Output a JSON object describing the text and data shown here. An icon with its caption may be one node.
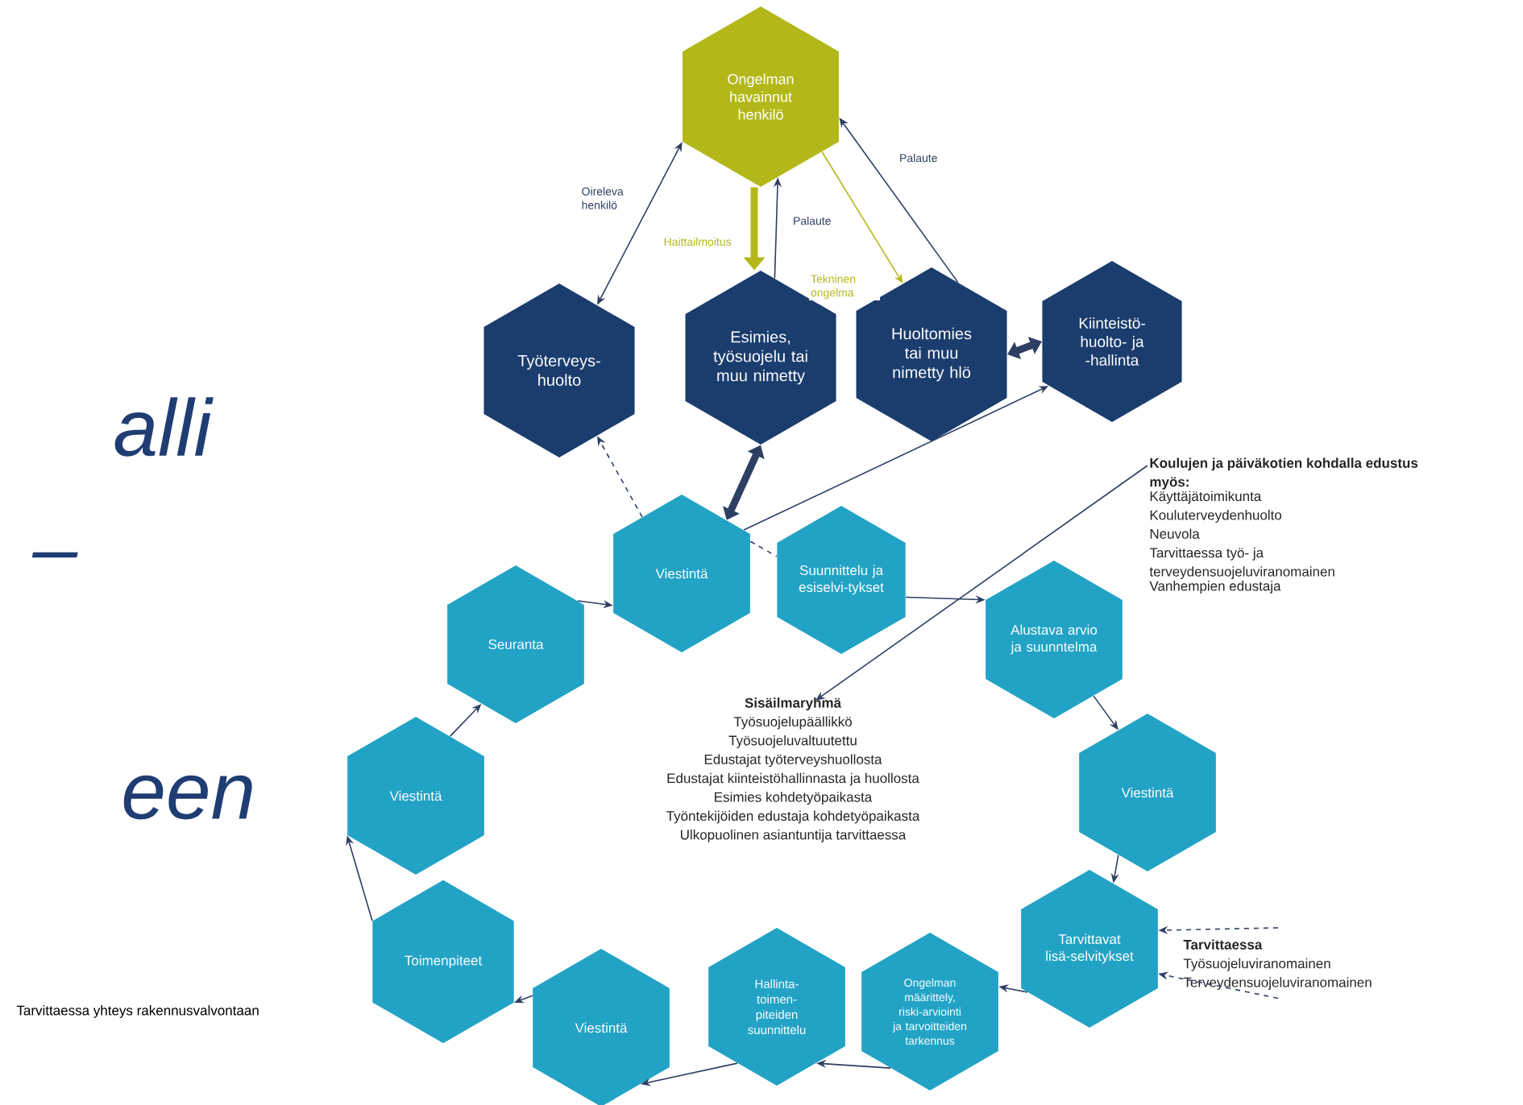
{
  "diagram": {
    "nodes": [
      {
        "text": [
          "Ongelman havainnut henkilö"
        ]
      },
      {
        "text": [
          "Työterveys-huolto"
        ]
      },
      {
        "text": [
          "Esimies, työsuojelu tai muu nimetty"
        ]
      },
      {
        "text": [
          "Huoltomies tai muu nimetty hlö"
        ]
      },
      {
        "text": [
          "Kiinteistö-huolto- ja -hallinta"
        ]
      },
      {
        "text": [
          "Viestintä"
        ]
      },
      {
        "text": [
          "Suunnittelu ja esiselvi-tykset"
        ]
      },
      {
        "text": [
          "Alustava arvio ja suunntelma"
        ]
      },
      {
        "text": [
          "Viestintä"
        ]
      },
      {
        "text": [
          "Tarvittavat lisä-selvitykset"
        ]
      },
      {
        "text": [
          "Ongelman määrittely, riski-arviointi ja tarvoitteiden tarkennus"
        ]
      },
      {
        "text": [
          "Hallinta-toimen-piteiden suunnittelu"
        ]
      },
      {
        "text": [
          "Viestintä"
        ]
      },
      {
        "text": [
          "Toimenpiteet"
        ]
      },
      {
        "text": [
          "Viestintä"
        ]
      },
      {
        "text": [
          "Seuranta"
        ]
      },
      {
        "text": [
          "Sisäilmaryhmä",
          "Työsuojelupäällikkö",
          "Työsuojeluvaltuutettu",
          "Edustajat työterveyshuollosta",
          "Edustajat kiinteistöhallinnasta ja huollosta",
          "Esimies kohdetyöpaikasta",
          "Työntekijöiden edustaja kohdetyöpaikasta",
          "Ulkopuolinen asiantuntija tarvittaessa"
        ]
      },
      {
        "text": [
          "Koulujen ja päiväkotien kohdalla edustus myös:",
          "Käyttäjätoimikunta",
          "Kouluterveydenhuolto",
          "Neuvola",
          "Tarvittaessa työ- ja terveydensuojeluviranomainen",
          "Vanhempien edustaja"
        ]
      },
      {
        "text": [
          "Tarvittaessa",
          "Työsuojeluviranomainen",
          "Terveydensuojeluviranomainen"
        ]
      }
    ],
    "edges": [
      {
        "from": 0,
        "to": 1,
        "arrow": "both",
        "label": "Oireleva henkilö"
      },
      {
        "from": 0,
        "to": 2,
        "arrow": "to",
        "label": "Haittailmoitus",
        "style": "thick",
        "color": "#b3b81a"
      },
      {
        "from": 2,
        "to": 0,
        "arrow": "to",
        "label": "Palaute"
      },
      {
        "from": 0,
        "to": 3,
        "arrow": "to",
        "label": "Tekninen ongelma",
        "color": "#b3b81a"
      },
      {
        "from": 3,
        "to": 0,
        "arrow": "to",
        "label": "Palaute"
      },
      {
        "from": 3,
        "to": 4,
        "arrow": "both",
        "style": "thick"
      },
      {
        "from": 5,
        "to": 1,
        "arrow": "to",
        "style": "dashed"
      },
      {
        "from": 5,
        "to": 2,
        "arrow": "both",
        "style": "thick"
      },
      {
        "from": 5,
        "to": 6,
        "arrow": "none",
        "style": "dashed"
      },
      {
        "from": 5,
        "to": 4,
        "arrow": "to"
      },
      {
        "from": 6,
        "to": 7,
        "arrow": "to"
      },
      {
        "from": 7,
        "to": 8,
        "arrow": "to"
      },
      {
        "from": 8,
        "to": 9,
        "arrow": "to"
      },
      {
        "from": 9,
        "to": 10,
        "arrow": "to"
      },
      {
        "from": 10,
        "to": 11,
        "arrow": "to"
      },
      {
        "from": 11,
        "to": 12,
        "arrow": "to"
      },
      {
        "from": 12,
        "to": 13,
        "arrow": "to"
      },
      {
        "from": 13,
        "to": 14,
        "arrow": "to"
      },
      {
        "from": 14,
        "to": 15,
        "arrow": "to"
      },
      {
        "from": 15,
        "to": 5,
        "arrow": "to"
      },
      {
        "from": 17,
        "to": 16,
        "arrow": "to"
      },
      {
        "from": 18,
        "to": 9,
        "arrow": "to",
        "style": "dashed"
      },
      {
        "from": 18,
        "to": 9,
        "arrow": "to",
        "style": "dashed"
      }
    ],
    "labels": [
      "alli",
      "–",
      "een",
      "Tarvittaessa yhteys rakennusvalvontaan"
    ]
  }
}
